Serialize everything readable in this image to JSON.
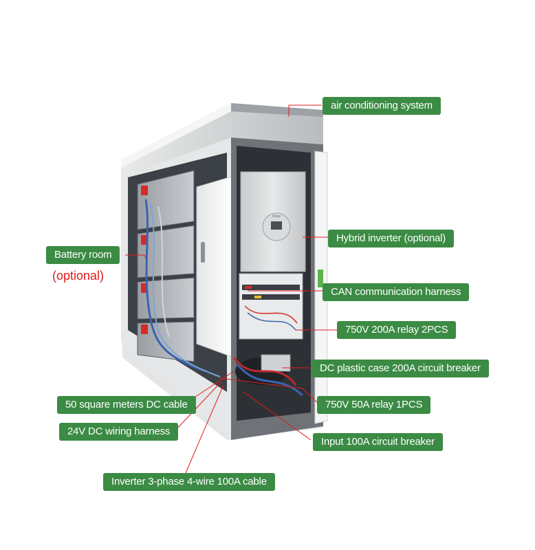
{
  "callouts": {
    "air_conditioning": "air conditioning system",
    "hybrid_inverter": "Hybrid inverter (optional)",
    "battery_room": "Battery room",
    "battery_room_note": "(optional)",
    "can_harness": "CAN communication harness",
    "relay_200a": "750V 200A relay 2PCS",
    "dc_breaker": "DC plastic case 200A circuit breaker",
    "dc_cable": "50 square meters DC cable",
    "relay_50a": "750V 50A relay 1PCS",
    "wiring_24v": "24V DC wiring harness",
    "input_breaker": "Input 100A circuit breaker",
    "inverter_cable": "Inverter 3-phase 4-wire 100A cable"
  },
  "inverter_brand": "Deye",
  "colors": {
    "label_green": "#3b8b44",
    "leader_red": "#e01b1b",
    "cabinet_white": "#f2f3f3",
    "frame_gray": "#8a8d90"
  }
}
